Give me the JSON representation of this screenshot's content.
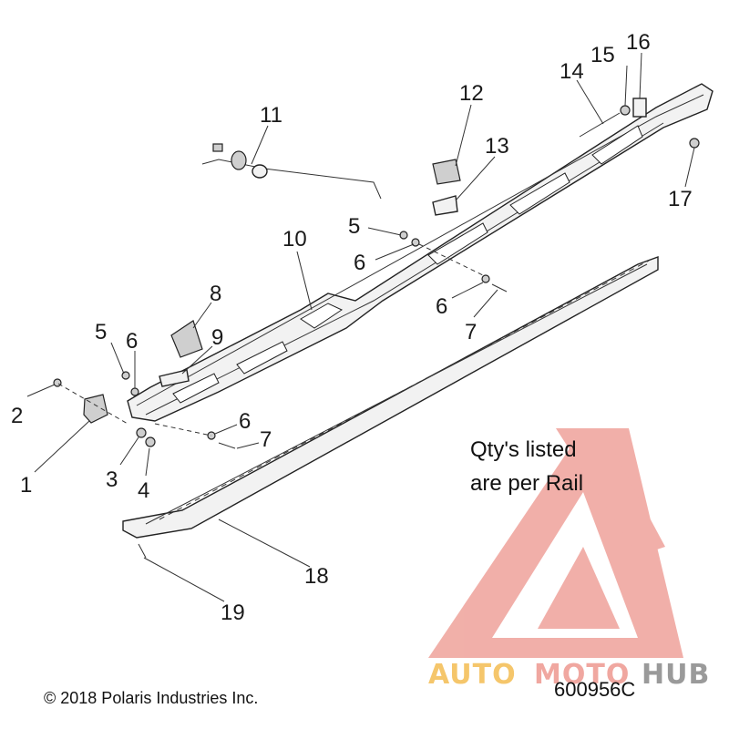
{
  "callouts": {
    "c1": "1",
    "c2": "2",
    "c3": "3",
    "c4": "4",
    "c5a": "5",
    "c5b": "5",
    "c6a": "6",
    "c6b": "6",
    "c6c": "6",
    "c6d": "6",
    "c7a": "7",
    "c7b": "7",
    "c8": "8",
    "c9": "9",
    "c10": "10",
    "c11": "11",
    "c12": "12",
    "c13": "13",
    "c14": "14",
    "c15": "15",
    "c16": "16",
    "c17": "17",
    "c18": "18",
    "c19": "19"
  },
  "note": {
    "line1": "Qty's listed",
    "line2": "are per Rail"
  },
  "copyright": "© 2018 Polaris Industries Inc.",
  "part_number": "600956C",
  "watermark": {
    "text_auto": "AUTO",
    "text_moto": "MOTO",
    "text_hub": "HUB",
    "color_red": "#f0a7a0",
    "color_orange": "#f5c66b",
    "color_grey": "#9a9a9a"
  }
}
